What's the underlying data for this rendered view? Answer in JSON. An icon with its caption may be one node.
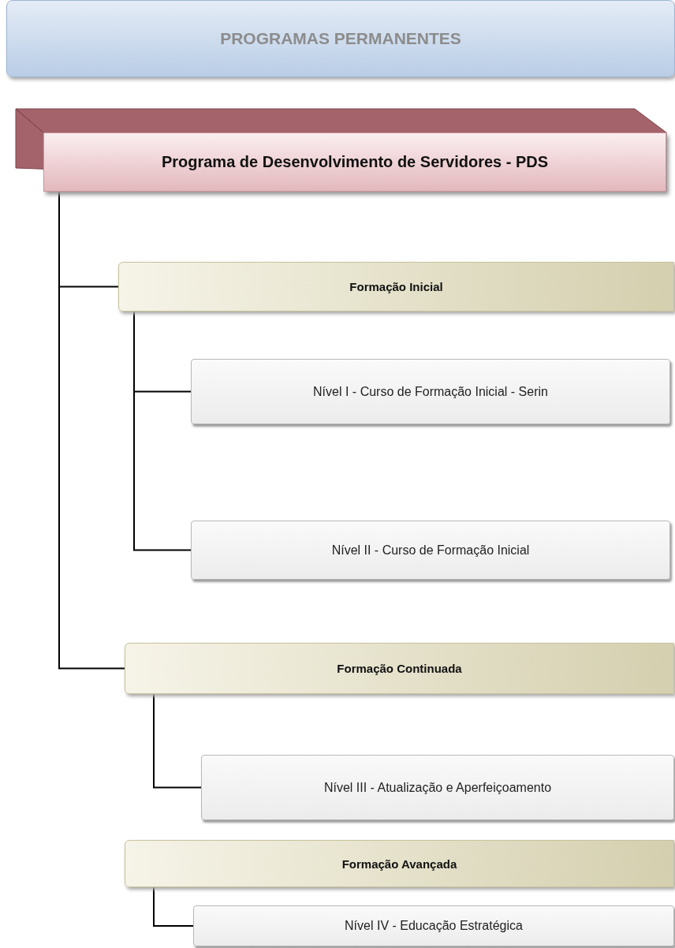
{
  "diagram": {
    "nodes": [
      {
        "text": [
          "PROGRAMAS PERMANENTES"
        ]
      },
      {
        "text": [
          "Programa de Desenvolvimento de Servidores - PDS"
        ]
      },
      {
        "text": [
          "Formação Inicial"
        ]
      },
      {
        "text": [
          "Nível I - Curso de Formação Inicial - Serin"
        ]
      },
      {
        "text": [
          "Nível II - Curso de Formação Inicial"
        ]
      },
      {
        "text": [
          "Formação Continuada"
        ]
      },
      {
        "text": [
          "Nível III - Atualização e Aperfeiçoamento"
        ]
      },
      {
        "text": [
          "Formação Avançada"
        ]
      },
      {
        "text": [
          "Nível IV - Educação Estratégica"
        ]
      }
    ],
    "edges": [
      {
        "from": 1,
        "to": 2,
        "arrow": "none"
      },
      {
        "from": 1,
        "to": 5,
        "arrow": "none"
      },
      {
        "from": 2,
        "to": 3,
        "arrow": "none"
      },
      {
        "from": 2,
        "to": 4,
        "arrow": "none"
      },
      {
        "from": 5,
        "to": 6,
        "arrow": "none"
      },
      {
        "from": 7,
        "to": 8,
        "arrow": "none"
      }
    ]
  }
}
